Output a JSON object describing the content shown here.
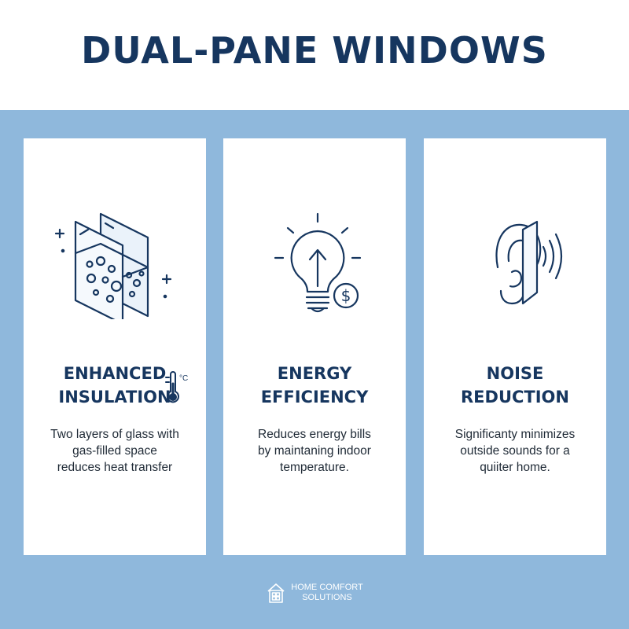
{
  "header": {
    "title": "DUAL-PANE WINDOWS"
  },
  "cards": [
    {
      "icon": "double-glass-pane-icon",
      "title": [
        "ENHANCED",
        "INSULATION"
      ],
      "title_icon": "thermometer-icon",
      "thermometer_label": "°C",
      "description": [
        "Two layers of glass with",
        "gas-filled space",
        "reduces heat transfer"
      ]
    },
    {
      "icon": "lightbulb-dollar-icon",
      "title": [
        "ENERGY",
        "EFFICIENCY"
      ],
      "description": [
        "Reduces energy bills",
        "by maintaning indoor",
        "temperature."
      ]
    },
    {
      "icon": "ear-sound-icon",
      "title": [
        "NOISE",
        "REDUCTION"
      ],
      "description": [
        "Significanty minimizes",
        "outside sounds for a",
        "quiiter home."
      ]
    }
  ],
  "footer": {
    "logo_icon": "house-logo-icon",
    "line1": "HOME COMFORT",
    "line2": "SOLUTIONS"
  },
  "colors": {
    "navy": "#16365f",
    "background_blue": "#8fb8dc",
    "card": "#ffffff",
    "text": "#1f2a36"
  }
}
